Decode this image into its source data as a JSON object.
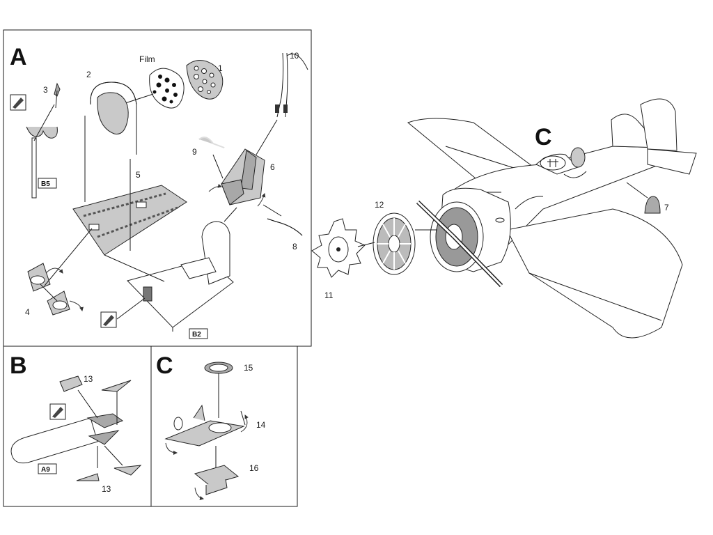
{
  "panels": {
    "a": {
      "letter": "A",
      "film_label": "Film",
      "ref_b5": "B5",
      "ref_b2": "B2"
    },
    "b": {
      "letter": "B",
      "ref_a9": "A9"
    },
    "c": {
      "letter": "C"
    },
    "aircraft": {
      "letter": "C"
    }
  },
  "parts": {
    "p1": "1",
    "p2": "2",
    "p3": "3",
    "p4": "4",
    "p5": "5",
    "p6": "6",
    "p7": "7",
    "p8": "8",
    "p9": "9",
    "p10": "10",
    "p11": "11",
    "p12": "12",
    "p13a": "13",
    "p13b": "13",
    "p14": "14",
    "p15": "15",
    "p16": "16"
  }
}
